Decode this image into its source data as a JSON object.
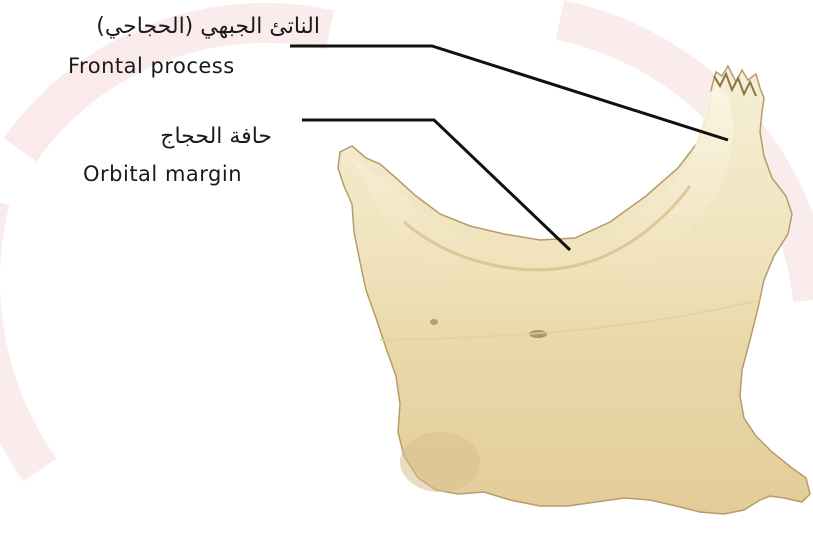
{
  "labels": [
    {
      "ar": "الناتئ الجبهي (الحجاجي)",
      "en": "Frontal process"
    },
    {
      "ar": "حافة الحجاج",
      "en": "Orbital margin"
    }
  ],
  "colors": {
    "bone_light": "#f3e8c6",
    "bone_mid": "#ead9ad",
    "bone_shadow": "#c9b07d",
    "leader_line": "#111111",
    "watermark": "#f7dfe2"
  }
}
